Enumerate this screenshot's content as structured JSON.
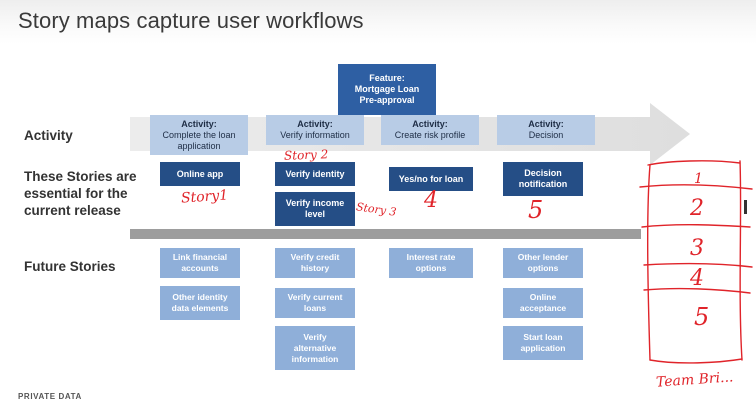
{
  "title": "Story maps capture user workflows",
  "row_labels": {
    "activity": "Activity",
    "essential": "These Stories are essential for the current release",
    "future": "Future Stories"
  },
  "feature": {
    "line1": "Feature:",
    "line2": "Mortgage Loan",
    "line3": "Pre-approval"
  },
  "activities": [
    {
      "head": "Activity:",
      "sub": "Complete the loan application"
    },
    {
      "head": "Activity:",
      "sub": "Verify information"
    },
    {
      "head": "Activity:",
      "sub": "Create risk profile"
    },
    {
      "head": "Activity:",
      "sub": "Decision"
    }
  ],
  "essential_stories": {
    "col1": [
      "Online app"
    ],
    "col2": [
      "Verify identity",
      "Verify income level"
    ],
    "col3": [
      "Yes/no for loan"
    ],
    "col4": [
      "Decision notification"
    ]
  },
  "future_stories": {
    "col1": [
      "Link financial accounts",
      "Other identity data elements"
    ],
    "col2": [
      "Verify credit history",
      "Verify current loans",
      "Verify alternative information"
    ],
    "col3": [
      "Interest rate options"
    ],
    "col4": [
      "Other lender options",
      "Online acceptance",
      "Start loan application"
    ]
  },
  "annotations": {
    "story1": "Story1",
    "story2": "Story 2",
    "story3": "Story 3",
    "num4": "4",
    "num5": "5",
    "team": "Team Bri...",
    "sketch_numbers": [
      "1",
      "2",
      "3",
      "4",
      "5"
    ]
  },
  "colors": {
    "feature": "#2e5fa3",
    "activity": "#b8cce6",
    "essential": "#254e86",
    "future": "#8fafd9",
    "arrow": "#e3e3e3",
    "divider": "#9d9d9d",
    "ink": "#e0242a"
  },
  "footer_text": "PRIVATE DATA"
}
